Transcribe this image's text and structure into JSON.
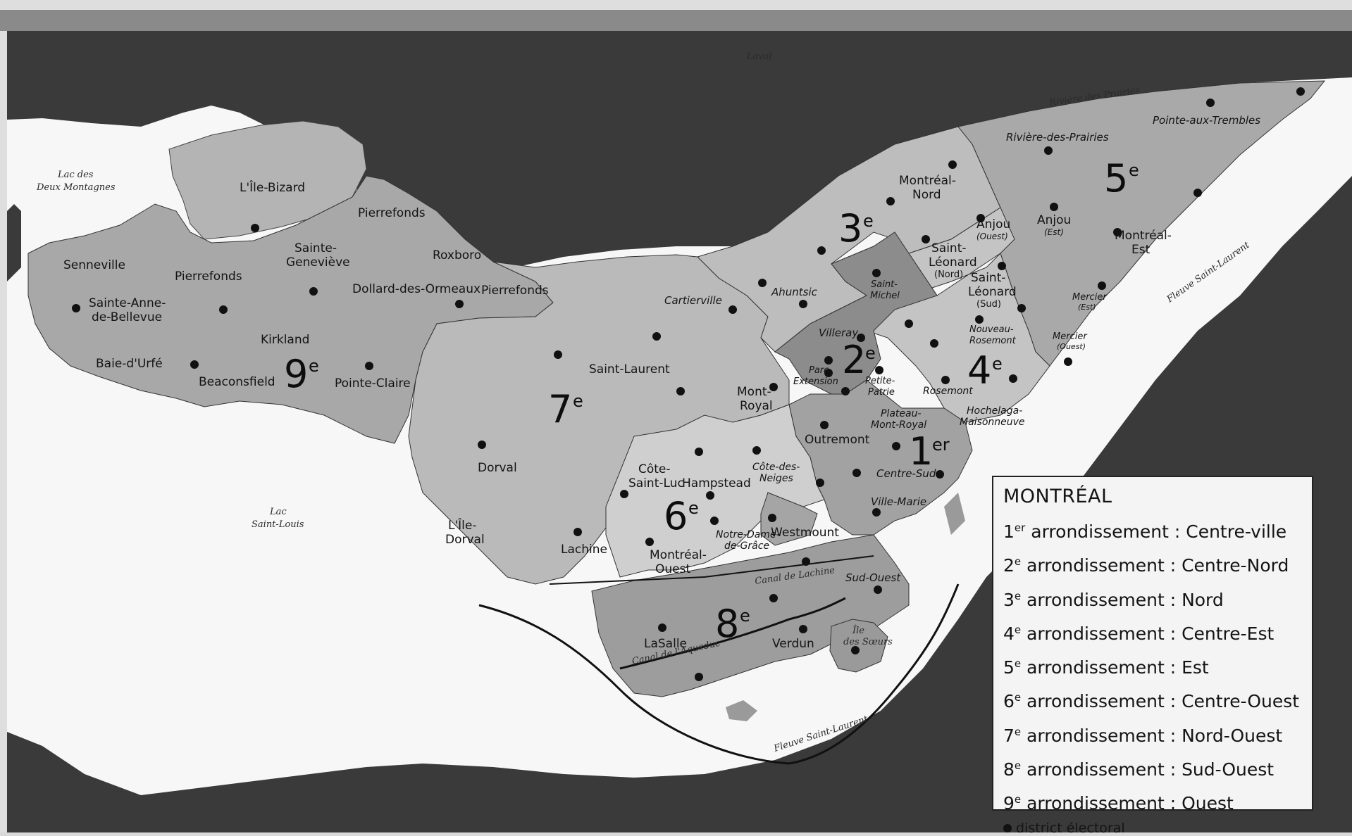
{
  "legend": {
    "title": "MONTRÉAL",
    "items": [
      {
        "num": "1",
        "sup": "er",
        "text": "arrondissement : Centre-ville"
      },
      {
        "num": "2",
        "sup": "e",
        "text": "arrondissement : Centre-Nord"
      },
      {
        "num": "3",
        "sup": "e",
        "text": "arrondissement : Nord"
      },
      {
        "num": "4",
        "sup": "e",
        "text": "arrondissement : Centre-Est"
      },
      {
        "num": "5",
        "sup": "e",
        "text": "arrondissement : Est"
      },
      {
        "num": "6",
        "sup": "e",
        "text": "arrondissement : Centre-Ouest"
      },
      {
        "num": "7",
        "sup": "e",
        "text": "arrondissement : Nord-Ouest"
      },
      {
        "num": "8",
        "sup": "e",
        "text": "arrondissement : Sud-Ouest"
      },
      {
        "num": "9",
        "sup": "e",
        "text": "arrondissement : Ouest"
      }
    ],
    "dot_label": "district électoral"
  },
  "water_labels": {
    "laval": "Laval",
    "lac_deux_montagnes_1": "Lac des",
    "lac_deux_montagnes_2": "Deux Montagnes",
    "lac_saint_louis_1": "Lac",
    "lac_saint_louis_2": "Saint-Louis",
    "riviere_des_prairies": "Rivière des Prairies",
    "fleuve_east": "Fleuve Saint-Laurent",
    "fleuve_south": "Fleuve Saint-Laurent",
    "canal_lachine": "Canal de Lachine",
    "canal_aqueduc": "Canal de l'Aqueduc",
    "ile_des_soeurs_1": "Île",
    "ile_des_soeurs_2": "des Sœurs"
  },
  "borough_numbers": {
    "b1": {
      "n": "1",
      "s": "er"
    },
    "b2": {
      "n": "2",
      "s": "e"
    },
    "b3": {
      "n": "3",
      "s": "e"
    },
    "b4": {
      "n": "4",
      "s": "e"
    },
    "b5": {
      "n": "5",
      "s": "e"
    },
    "b6": {
      "n": "6",
      "s": "e"
    },
    "b7": {
      "n": "7",
      "s": "e"
    },
    "b8": {
      "n": "8",
      "s": "e"
    },
    "b9": {
      "n": "9",
      "s": "e"
    }
  },
  "places": {
    "ile_bizard": "L'Île-Bizard",
    "pierrefonds_n": "Pierrefonds",
    "senneville": "Senneville",
    "pierrefonds_w": "Pierrefonds",
    "sainte_genevieve_1": "Sainte-",
    "sainte_genevieve_2": "Geneviève",
    "roxboro": "Roxboro",
    "dollard": "Dollard-des-Ormeaux",
    "pierrefonds_e": "Pierrefonds",
    "sainte_anne_1": "Sainte-Anne-",
    "sainte_anne_2": "de-Bellevue",
    "kirkland": "Kirkland",
    "baie_durfe": "Baie-d'Urfé",
    "beaconsfield": "Beaconsfield",
    "pointe_claire": "Pointe-Claire",
    "dorval": "Dorval",
    "ile_dorval_1": "L'Île-",
    "ile_dorval_2": "Dorval",
    "cartierville": "Cartierville",
    "saint_laurent": "Saint-Laurent",
    "mont_royal_1": "Mont-",
    "mont_royal_2": "Royal",
    "ahuntsic": "Ahuntsic",
    "montreal_nord_1": "Montréal-",
    "montreal_nord_2": "Nord",
    "riviere_prairies": "Rivière-des-Prairies",
    "pointe_trembles": "Pointe-aux-Trembles",
    "anjou_ouest_1": "Anjou",
    "anjou_ouest_2": "(Ouest)",
    "anjou_est_1": "Anjou",
    "anjou_est_2": "(Est)",
    "montreal_est_1": "Montréal-",
    "montreal_est_2": "Est",
    "st_leonard_n_1": "Saint-",
    "st_leonard_n_2": "Léonard",
    "st_leonard_n_3": "(Nord)",
    "st_leonard_s_1": "Saint-",
    "st_leonard_s_2": "Léonard",
    "st_leonard_s_3": "(Sud)",
    "saint_michel_1": "Saint-",
    "saint_michel_2": "Michel",
    "villeray": "Villeray",
    "parc_ext_1": "Parc-",
    "parc_ext_2": "Extension",
    "petite_patrie_1": "Petite-",
    "petite_patrie_2": "Patrie",
    "nouveau_rosemont_1": "Nouveau-",
    "nouveau_rosemont_2": "Rosemont",
    "rosemont": "Rosemont",
    "mercier_est_1": "Mercier",
    "mercier_est_2": "(Est)",
    "mercier_ouest_1": "Mercier",
    "mercier_ouest_2": "(Ouest)",
    "hochelaga_1": "Hochelaga-",
    "hochelaga_2": "Maisonneuve",
    "plateau_1": "Plateau-",
    "plateau_2": "Mont-Royal",
    "outremont": "Outremont",
    "centre_sud": "Centre-Sud",
    "ville_marie": "Ville-Marie",
    "cote_st_luc_1": "Côte-",
    "cote_st_luc_2": "Saint-Luc",
    "hampstead": "Hampstead",
    "cote_neiges_1": "Côte-des-",
    "cote_neiges_2": "Neiges",
    "ndg_1": "Notre-Dame-",
    "ndg_2": "de-Grâce",
    "westmount": "Westmount",
    "lachine": "Lachine",
    "montreal_ouest_1": "Montréal-",
    "montreal_ouest_2": "Ouest",
    "sud_ouest": "Sud-Ouest",
    "lasalle": "LaSalle",
    "verdun": "Verdun"
  }
}
